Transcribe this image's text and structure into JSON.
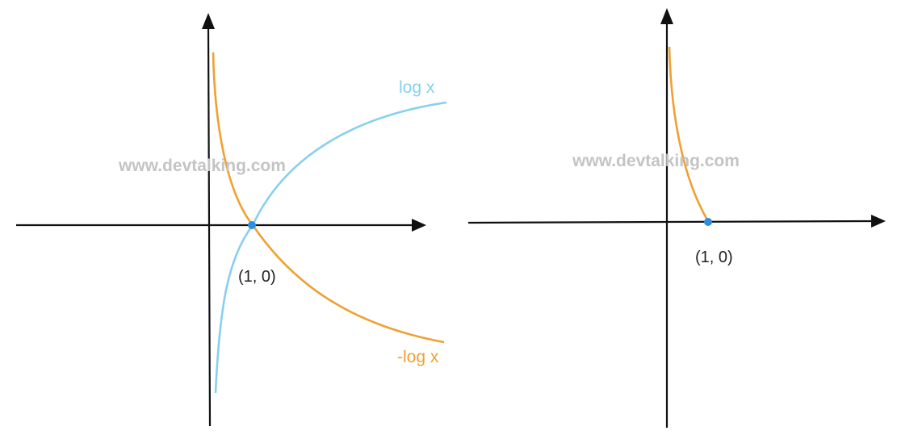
{
  "watermark": "www.devtalking.com",
  "colors": {
    "axis": "#111111",
    "log_curve": "#86d0ee",
    "neg_log_curve": "#f0a030",
    "point": "#2f8ee0",
    "watermark": "#c4c4c4",
    "point_label": "#222222"
  },
  "left_panel": {
    "log_label": "log x",
    "neg_log_label": "-log x",
    "point_label": "(1, 0)"
  },
  "right_panel": {
    "point_label": "(1, 0)"
  }
}
